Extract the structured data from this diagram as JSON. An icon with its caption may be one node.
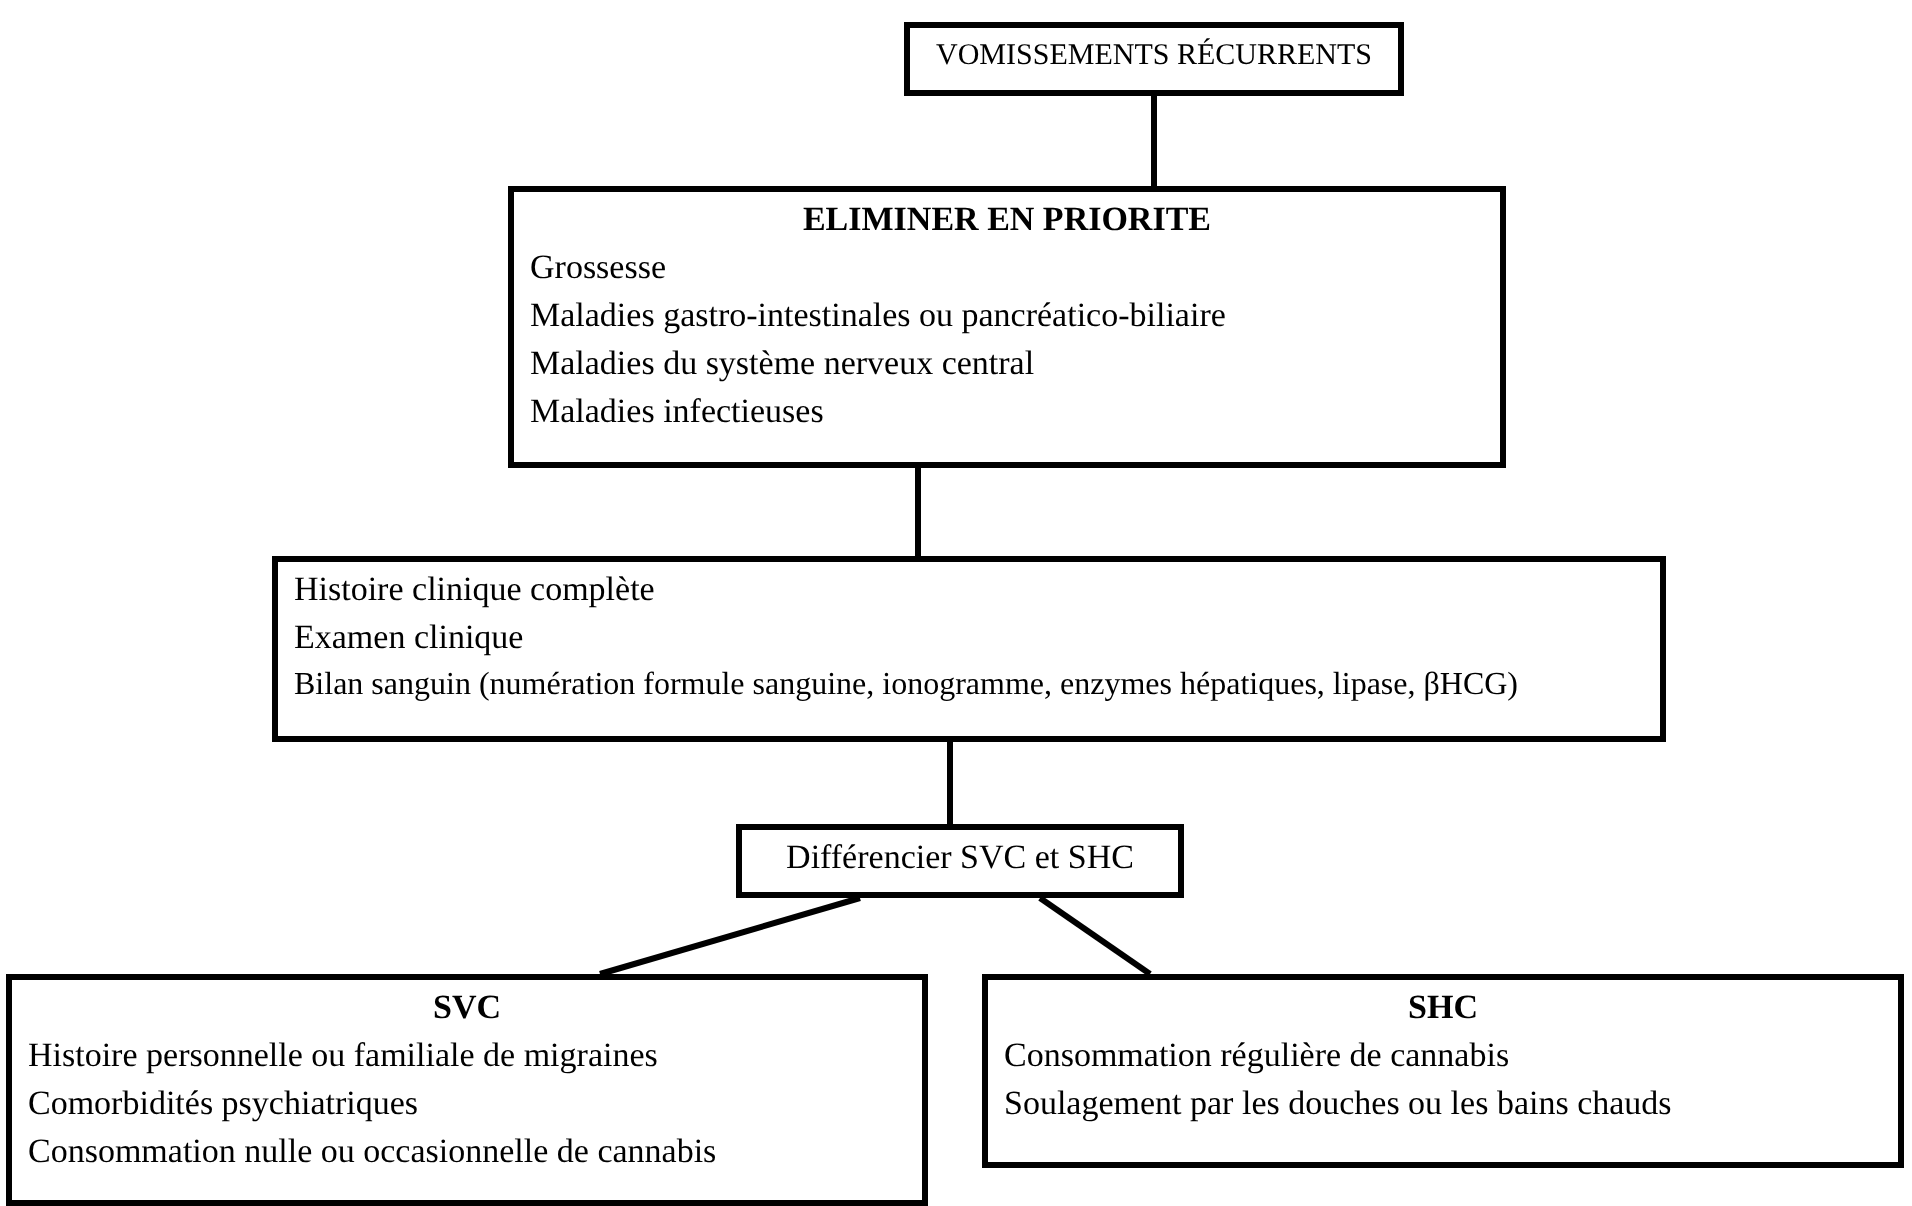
{
  "diagram": {
    "nodes": [
      {
        "text": [
          "VOMISSEMENTS RÉCURRENTS"
        ]
      },
      {
        "text": [
          "ELIMINER EN PRIORITE",
          "Grossesse",
          "Maladies gastro-intestinales ou pancréatico-biliaire",
          "Maladies du système nerveux central",
          "Maladies infectieuses"
        ]
      },
      {
        "text": [
          "Histoire clinique complète",
          "Examen clinique",
          "Bilan sanguin (numération formule sanguine, ionogramme, enzymes hépatiques, lipase, βHCG)"
        ]
      },
      {
        "text": [
          "Différencier SVC et SHC"
        ]
      },
      {
        "text": [
          "SVC",
          "Histoire personnelle ou familiale de migraines",
          "Comorbidités psychiatriques",
          "Consommation nulle ou occasionnelle de cannabis"
        ]
      },
      {
        "text": [
          "SHC",
          "Consommation régulière de cannabis",
          "Soulagement par les douches ou les bains chauds"
        ]
      }
    ],
    "edges": [
      {
        "from": 0,
        "to": 1,
        "arrow": "none"
      },
      {
        "from": 1,
        "to": 2,
        "arrow": "none"
      },
      {
        "from": 2,
        "to": 3,
        "arrow": "none"
      },
      {
        "from": 3,
        "to": 4,
        "arrow": "none"
      },
      {
        "from": 3,
        "to": 5,
        "arrow": "none"
      }
    ]
  }
}
